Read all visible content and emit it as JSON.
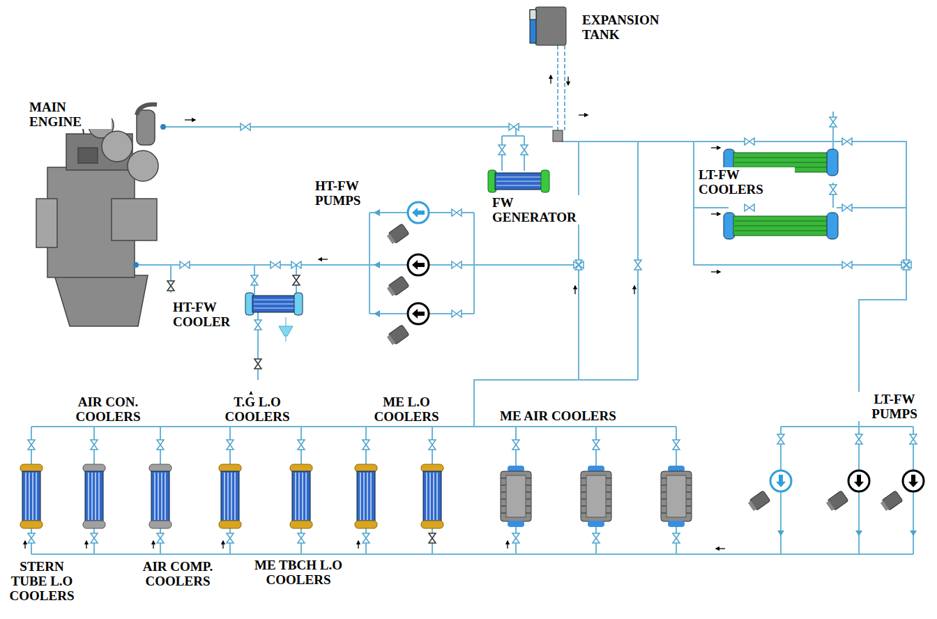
{
  "diagram": {
    "labels": [
      "MAIN ENGINE",
      "EXPANSION TANK",
      "HT-FW PUMPS",
      "FW GENERATOR",
      "LT-FW COOLERS",
      "HT-FW COOLER",
      "AIR CON. COOLERS",
      "T.G L.O COOLERS",
      "ME L.O COOLERS",
      "ME AIR COOLERS",
      "LT-FW PUMPS",
      "STERN TUBE L.O COOLERS",
      "AIR COMP. COOLERS",
      "ME TBCH L.O COOLERS"
    ]
  }
}
